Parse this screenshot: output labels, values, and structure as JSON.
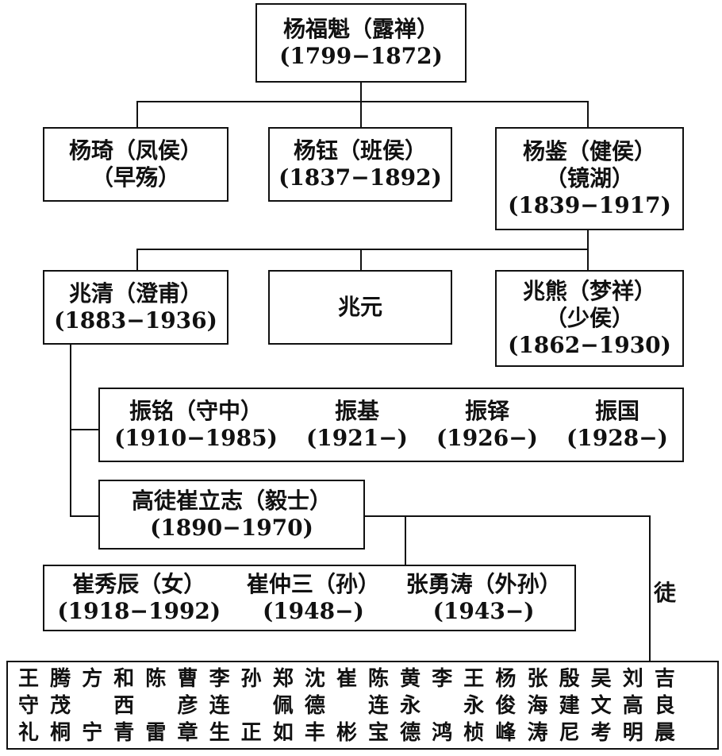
{
  "root": {
    "name": "杨福魁（露禅）",
    "years": "(1799−1872)"
  },
  "gen2": [
    {
      "name": "杨琦（凤侯）",
      "note": "（早殇）"
    },
    {
      "name": "杨钰（班侯）",
      "note": "(1837−1892)"
    },
    {
      "name": "杨鉴（健侯）",
      "note": "（镜湖）",
      "years": "(1839−1917)"
    }
  ],
  "gen3": [
    {
      "name": "兆清（澄甫）",
      "years": "(1883−1936)"
    },
    {
      "name": "兆元"
    },
    {
      "name": "兆熊（梦祥）",
      "note": "（少侯）",
      "years": "(1862−1930)"
    }
  ],
  "sons": [
    {
      "name": "振铭（守中）",
      "years": "(1910−1985)"
    },
    {
      "name": "振基",
      "years": "(1921−)"
    },
    {
      "name": "振铎",
      "years": "(1926−)"
    },
    {
      "name": "振国",
      "years": "(1928−)"
    }
  ],
  "disciple": {
    "name": "高徒崔立志（毅士）",
    "years": "(1890−1970)"
  },
  "cui_family": [
    {
      "name": "崔秀辰（女）",
      "years": "(1918−1992)"
    },
    {
      "name": "崔仲三（孙）",
      "years": "(1948−)"
    },
    {
      "name": "张勇涛（外孙）",
      "years": "(1943−)"
    }
  ],
  "tu_label": "徒",
  "students": [
    [
      "王",
      "守",
      "礼"
    ],
    [
      "腾",
      "茂",
      "桐"
    ],
    [
      "方",
      "",
      "宁"
    ],
    [
      "和",
      "西",
      "青"
    ],
    [
      "陈",
      "",
      "雷"
    ],
    [
      "曹",
      "彦",
      "章"
    ],
    [
      "李",
      "连",
      "生"
    ],
    [
      "孙",
      "",
      "正"
    ],
    [
      "郑",
      "佩",
      "如"
    ],
    [
      "沈",
      "德",
      "丰"
    ],
    [
      "崔",
      "",
      "彬"
    ],
    [
      "陈",
      "连",
      "宝"
    ],
    [
      "黄",
      "永",
      "德"
    ],
    [
      "李",
      "",
      "鸿"
    ],
    [
      "王",
      "永",
      "桢"
    ],
    [
      "杨",
      "俊",
      "峰"
    ],
    [
      "张",
      "海",
      "涛"
    ],
    [
      "殷",
      "建",
      "尼"
    ],
    [
      "吴",
      "文",
      "考"
    ],
    [
      "刘",
      "高",
      "明"
    ],
    [
      "吉",
      "良",
      "晨"
    ]
  ]
}
